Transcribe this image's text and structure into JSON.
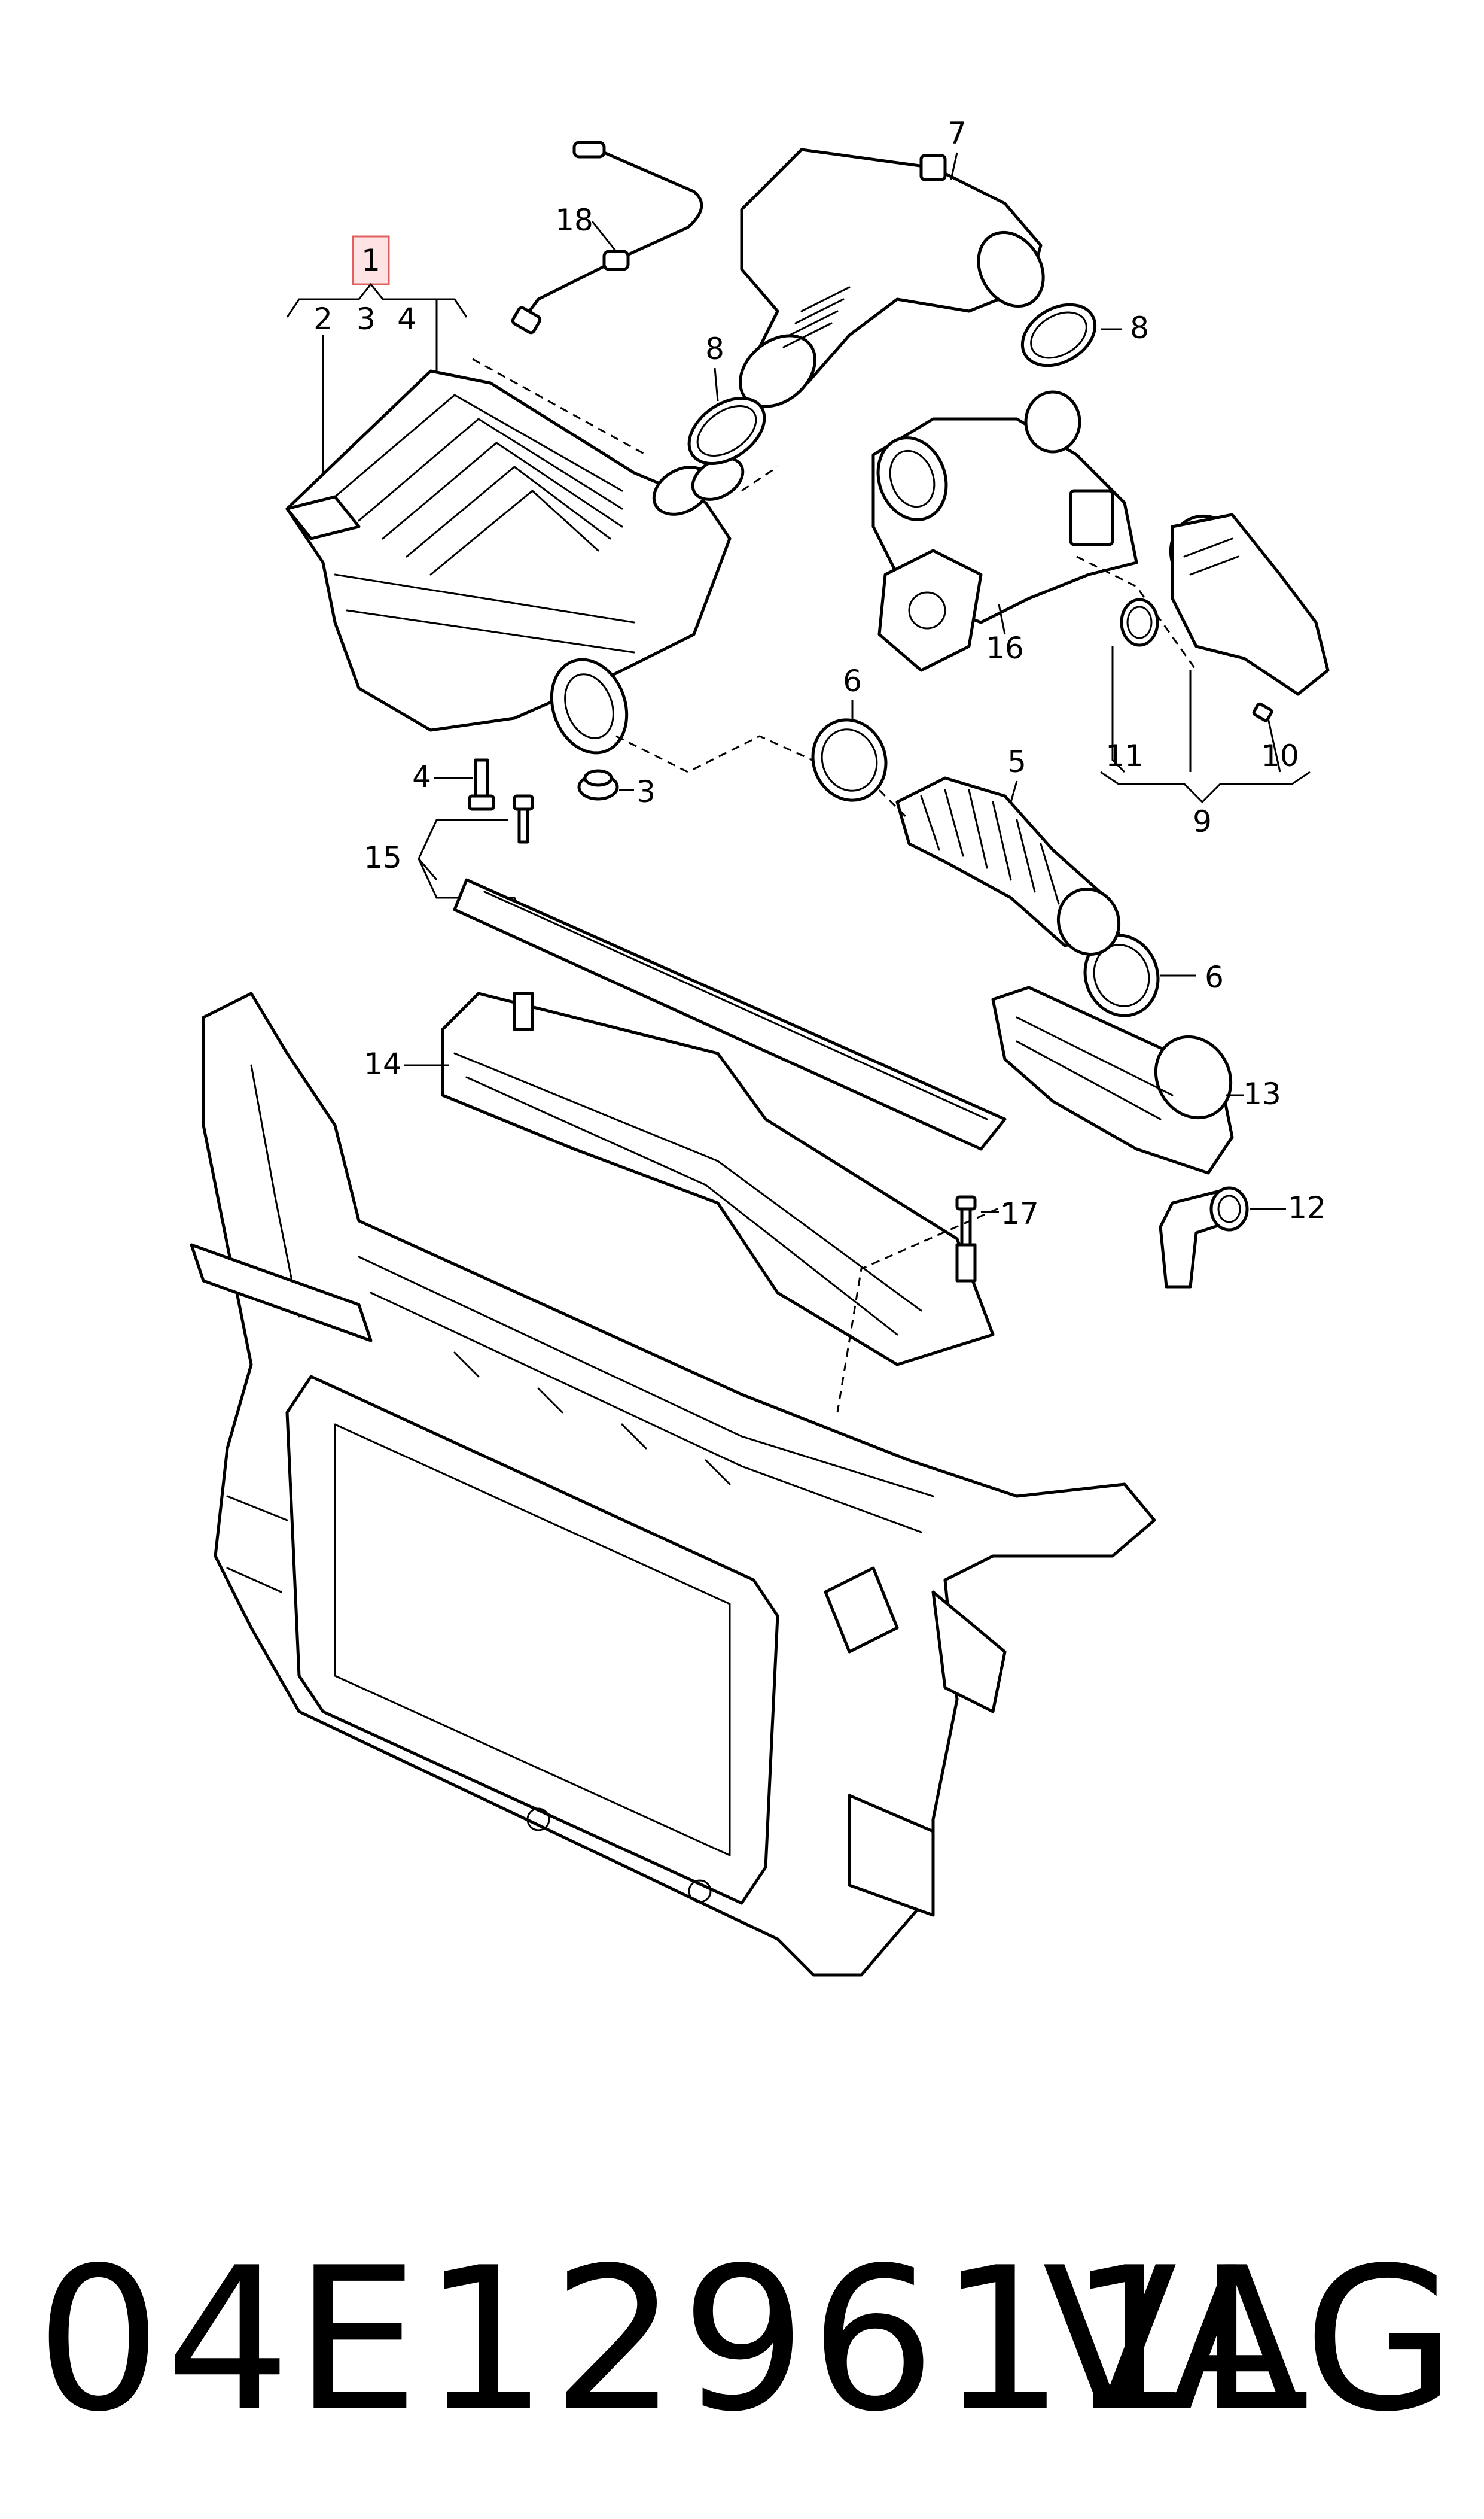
{
  "callouts": {
    "c1": "1",
    "c2": "2",
    "c3a": "3",
    "c4a": "4",
    "c3b": "3",
    "c4b": "4",
    "c5": "5",
    "c6a": "6",
    "c6b": "6",
    "c7": "7",
    "c8a": "8",
    "c8b": "8",
    "c9": "9",
    "c10": "10",
    "c11": "11",
    "c12": "12",
    "c13": "13",
    "c14": "14",
    "c15": "15",
    "c16": "16",
    "c17": "17",
    "c18": "18"
  },
  "caption": {
    "part_number": "04E129611L",
    "brand": "VAG"
  },
  "colors": {
    "highlight_fill": "#fde3e3",
    "highlight_stroke": "#e06060",
    "line": "#000000"
  }
}
